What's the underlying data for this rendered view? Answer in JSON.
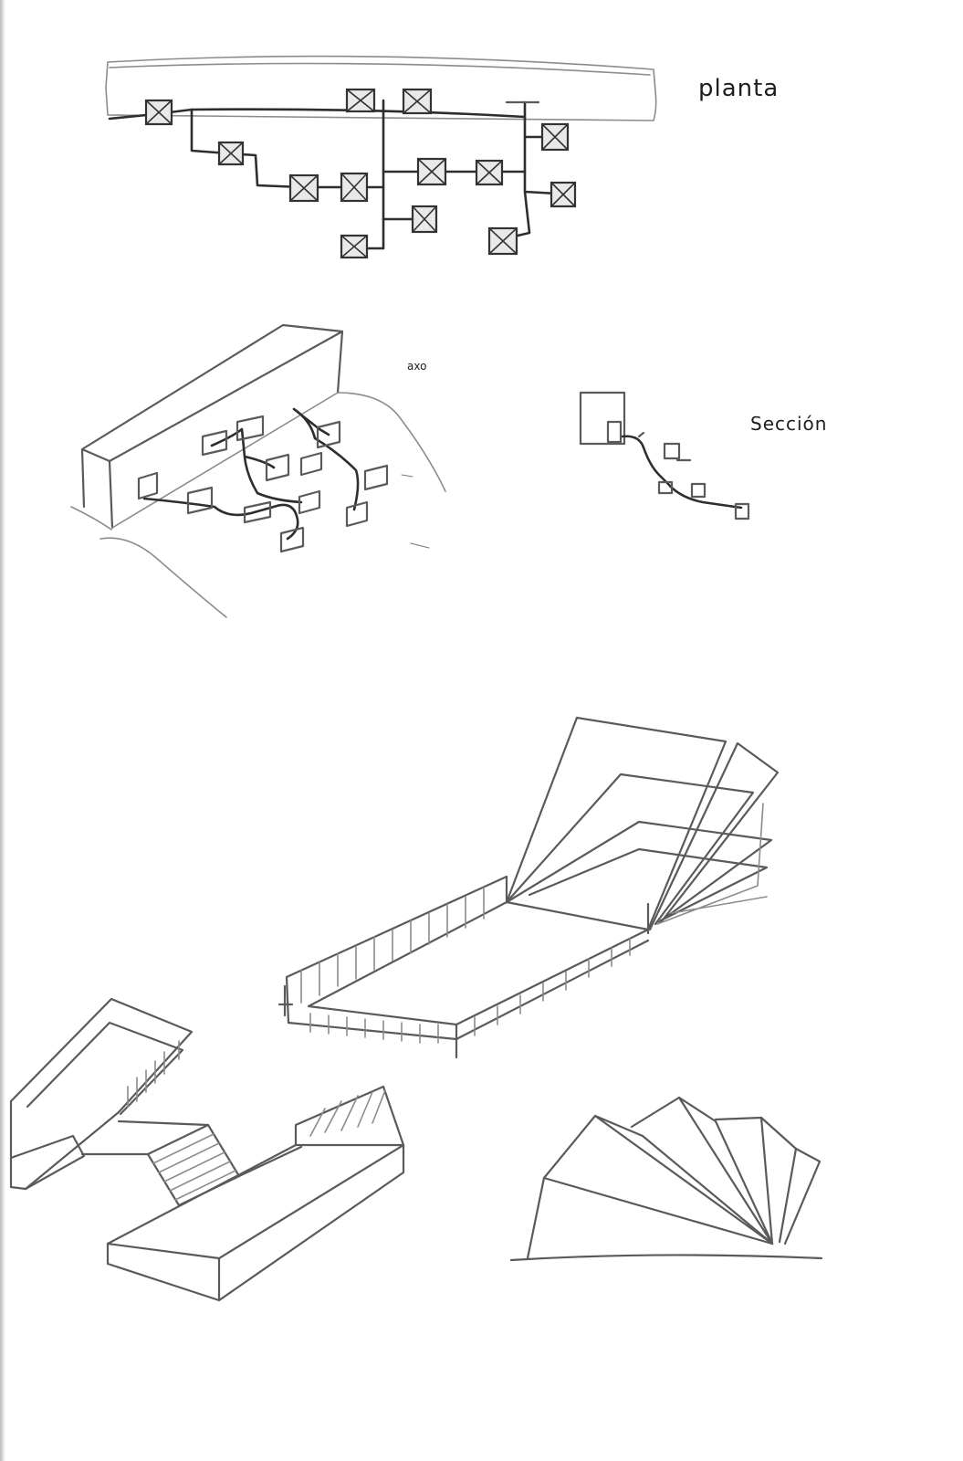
{
  "sketch": {
    "labels": {
      "plan": "planta",
      "axonometric": "axo",
      "section": "Sección"
    },
    "ink_color": "#333333",
    "paper_color": "#ffffff"
  }
}
